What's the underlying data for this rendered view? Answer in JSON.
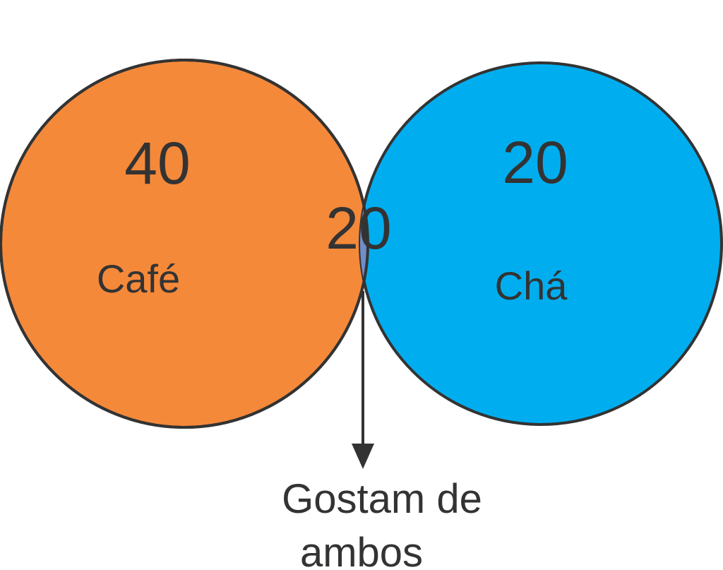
{
  "colors": {
    "left_fill": "#F5893A",
    "right_fill": "#00AEEF",
    "overlap_fill": "#708DC8",
    "stroke": "#333333",
    "text": "#333333"
  },
  "venn": {
    "left": {
      "label": "Café",
      "count": "40"
    },
    "right": {
      "label": "Chá",
      "count": "20"
    },
    "overlap": {
      "count": "20"
    },
    "caption": {
      "line1": "Gostam de",
      "line2": "ambos"
    }
  }
}
